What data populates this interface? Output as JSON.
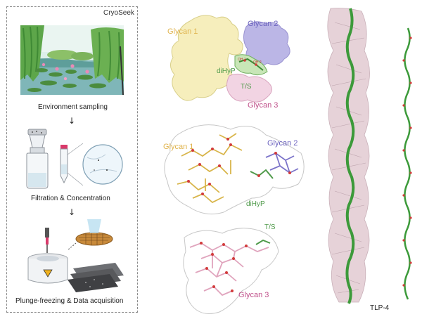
{
  "workflow": {
    "tool_name": "CryoSeek",
    "steps": [
      {
        "label": "Environment sampling"
      },
      {
        "label": "Filtration & Concentration"
      },
      {
        "label": "Plunge-freezing & Data acquisition"
      }
    ],
    "arrow_glyph": "↓"
  },
  "density_map": {
    "glycan1": "Glycan 1",
    "glycan2": "Glycan 2",
    "glycan3": "Glycan 3",
    "dihyp": "diHyP",
    "ts": "T/S",
    "oh1": "OH 1",
    "oh2": "OH 2"
  },
  "atomic_model": {
    "glycan1": "Glycan 1",
    "glycan2": "Glycan 2",
    "dihyp": "diHyP"
  },
  "model_lower": {
    "ts": "T/S",
    "glycan3": "Glycan 3"
  },
  "filament": {
    "name": "TLP-4"
  },
  "colors": {
    "glycan1": "#e8c46a",
    "glycan2": "#7b73c9",
    "glycan3": "#c0508a",
    "dihyp": "#4f9a4a",
    "ts": "#4f9a4a",
    "backbone": "#3c9a3a",
    "glycan_sticks": "#c9a7b4"
  }
}
